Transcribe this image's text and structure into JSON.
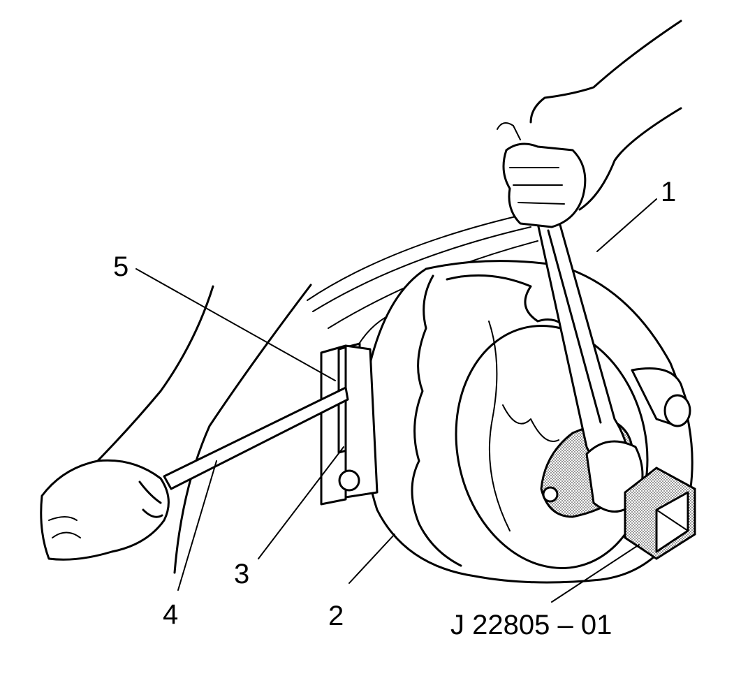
{
  "callouts": [
    {
      "id": "1",
      "label": "1"
    },
    {
      "id": "2",
      "label": "2"
    },
    {
      "id": "3",
      "label": "3"
    },
    {
      "id": "4",
      "label": "4"
    },
    {
      "id": "5",
      "label": "5"
    }
  ],
  "tool_number": "J 22805 – 01",
  "colors": {
    "ink": "#000000",
    "background": "#ffffff",
    "stipple": "#7a7a7a"
  }
}
